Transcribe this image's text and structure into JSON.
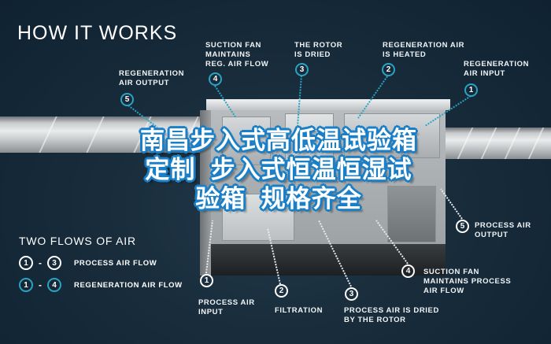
{
  "header": {
    "title": "HOW IT WORKS"
  },
  "top_callouts": [
    {
      "num": "5",
      "label": "REGENERATION\nAIR OUTPUT"
    },
    {
      "num": "4",
      "label": "SUCTION FAN\nMAINTAINS\nREG. AIR FLOW"
    },
    {
      "num": "3",
      "label": "THE ROTOR\nIS DRIED"
    },
    {
      "num": "2",
      "label": "REGENERATION AIR\nIS HEATED"
    },
    {
      "num": "1",
      "label": "REGENERATION\nAIR INPUT"
    }
  ],
  "bottom_callouts": [
    {
      "num": "1",
      "label": "PROCESS AIR\nINPUT"
    },
    {
      "num": "2",
      "label": "FILTRATION"
    },
    {
      "num": "3",
      "label": "PROCESS AIR IS DRIED\nBY THE ROTOR"
    },
    {
      "num": "4",
      "label": "SUCTION FAN\nMAINTAINS PROCESS\nAIR FLOW"
    },
    {
      "num": "5",
      "label": "PROCESS AIR\nOUTPUT"
    }
  ],
  "overlay_title": {
    "lines": [
      "南昌步入式高低温试验箱",
      "定制  步入式恒温恒湿试",
      "验箱  规格齐全"
    ]
  },
  "legend": {
    "title": "TWO FLOWS OF AIR",
    "rows": [
      {
        "from": "1",
        "to": "3",
        "dash": "-",
        "label": "PROCESS AIR FLOW",
        "color": "#ffffff"
      },
      {
        "from": "1",
        "to": "4",
        "dash": "-",
        "label": "REGENERATION AIR FLOW",
        "color": "#2aa3c2"
      }
    ]
  },
  "colors": {
    "background": "#162a39",
    "regeneration_accent": "#2aa3c2",
    "process_accent": "#ffffff",
    "overlay_outline": "#1a7fc6"
  }
}
